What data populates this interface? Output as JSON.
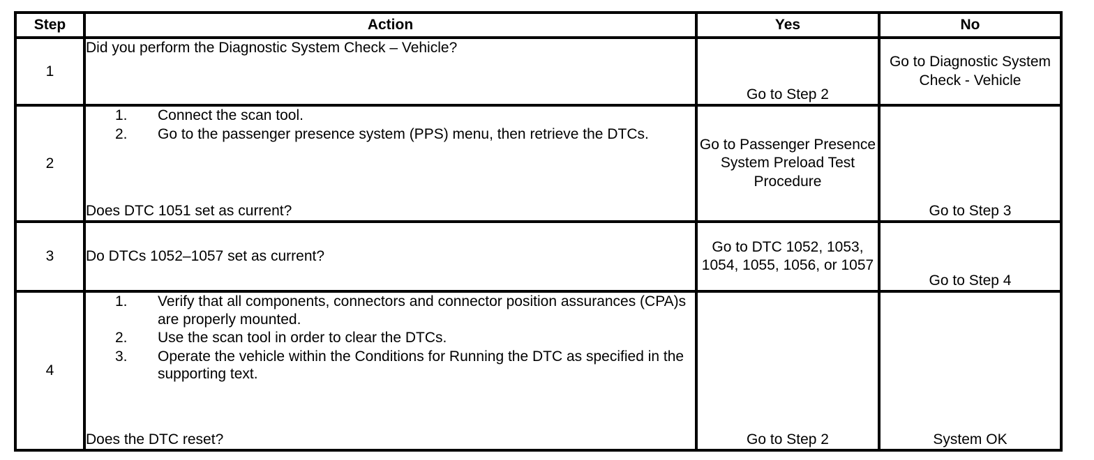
{
  "table": {
    "columns": [
      "Step",
      "Action",
      "Yes",
      "No"
    ],
    "rows": [
      {
        "step": "1",
        "action": {
          "intro": "Did you perform the Diagnostic System Check – Vehicle?",
          "list": [],
          "question": ""
        },
        "yes": "Go to Step 2",
        "no": "Go to Diagnostic System Check - Vehicle"
      },
      {
        "step": "2",
        "action": {
          "intro": "",
          "list": [
            {
              "num": "1.",
              "text": "Connect the scan tool."
            },
            {
              "num": "2.",
              "text": "Go to the passenger presence system (PPS) menu, then retrieve the DTCs."
            }
          ],
          "question": "Does DTC 1051 set as current?"
        },
        "yes": "Go to Passenger Presence System Preload Test Procedure",
        "no": "Go to Step 3"
      },
      {
        "step": "3",
        "action": {
          "intro": "Do DTCs 1052–1057 set as current?",
          "list": [],
          "question": ""
        },
        "yes": "Go to DTC 1052, 1053, 1054, 1055, 1056, or 1057",
        "no": "Go to Step 4"
      },
      {
        "step": "4",
        "action": {
          "intro": "",
          "list": [
            {
              "num": "1.",
              "text": "Verify that all components, connectors and connector position assurances (CPA)s are properly mounted."
            },
            {
              "num": "2.",
              "text": "Use the scan tool in order to clear the DTCs."
            },
            {
              "num": "3.",
              "text": "Operate the vehicle within the Conditions for Running the DTC as specified in the supporting text."
            }
          ],
          "question": "Does the DTC reset?"
        },
        "yes": "Go to Step 2",
        "no": "System OK"
      }
    ]
  },
  "colors": {
    "border": "#000000",
    "text": "#000000",
    "background": "#ffffff"
  }
}
